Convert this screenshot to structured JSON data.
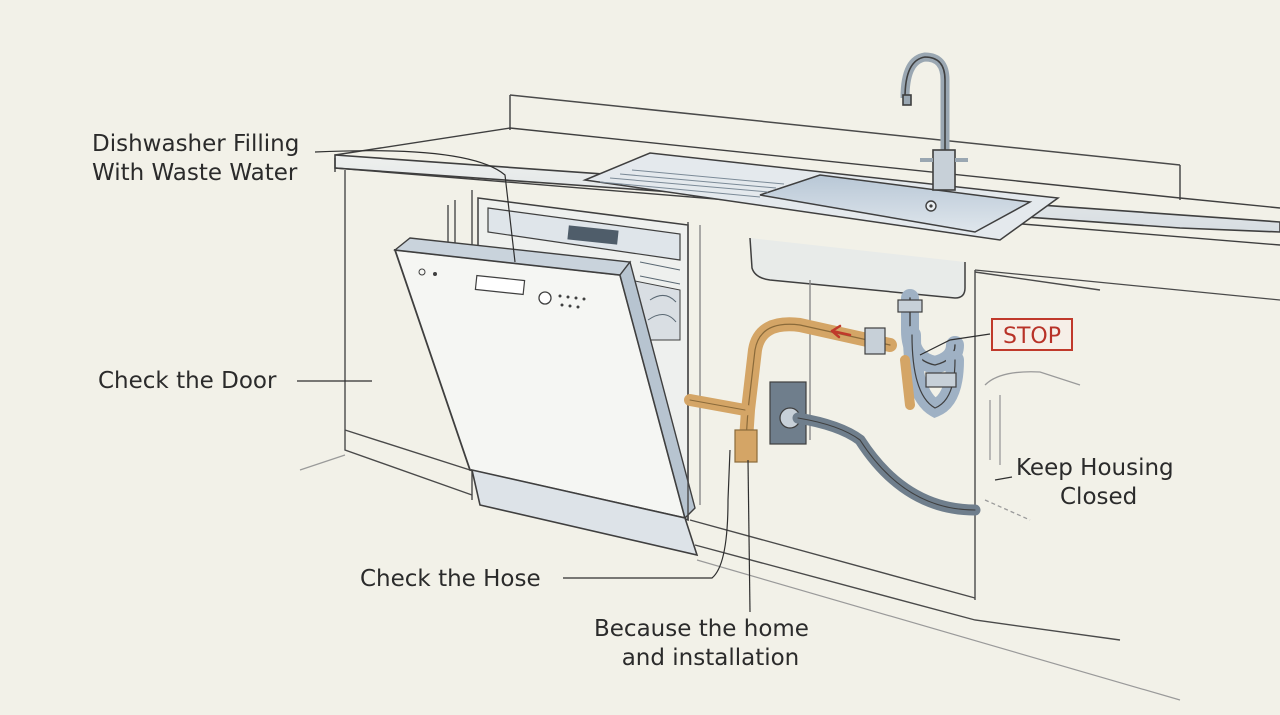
{
  "labels": {
    "dishwasher_filling": {
      "line1": "Dishwasher Filling",
      "line2": "With Waste Water"
    },
    "check_door": "Check the Door",
    "check_hose": "Check the Hose",
    "because_home": {
      "line1": "Because the home",
      "line2": "and installation"
    },
    "keep_housing": {
      "line1": "Keep Housing",
      "line2": "Closed"
    },
    "stop": "STOP"
  },
  "colors": {
    "background": "#f2f1e8",
    "ink": "#3a3a3a",
    "steel_blue": "#9fb1c4",
    "drain_copper": "#d4a566",
    "stop_red": "#c0392b"
  },
  "icons": [
    "faucet-icon",
    "sink-drain-icon",
    "dishwasher-control-knob-icon"
  ]
}
